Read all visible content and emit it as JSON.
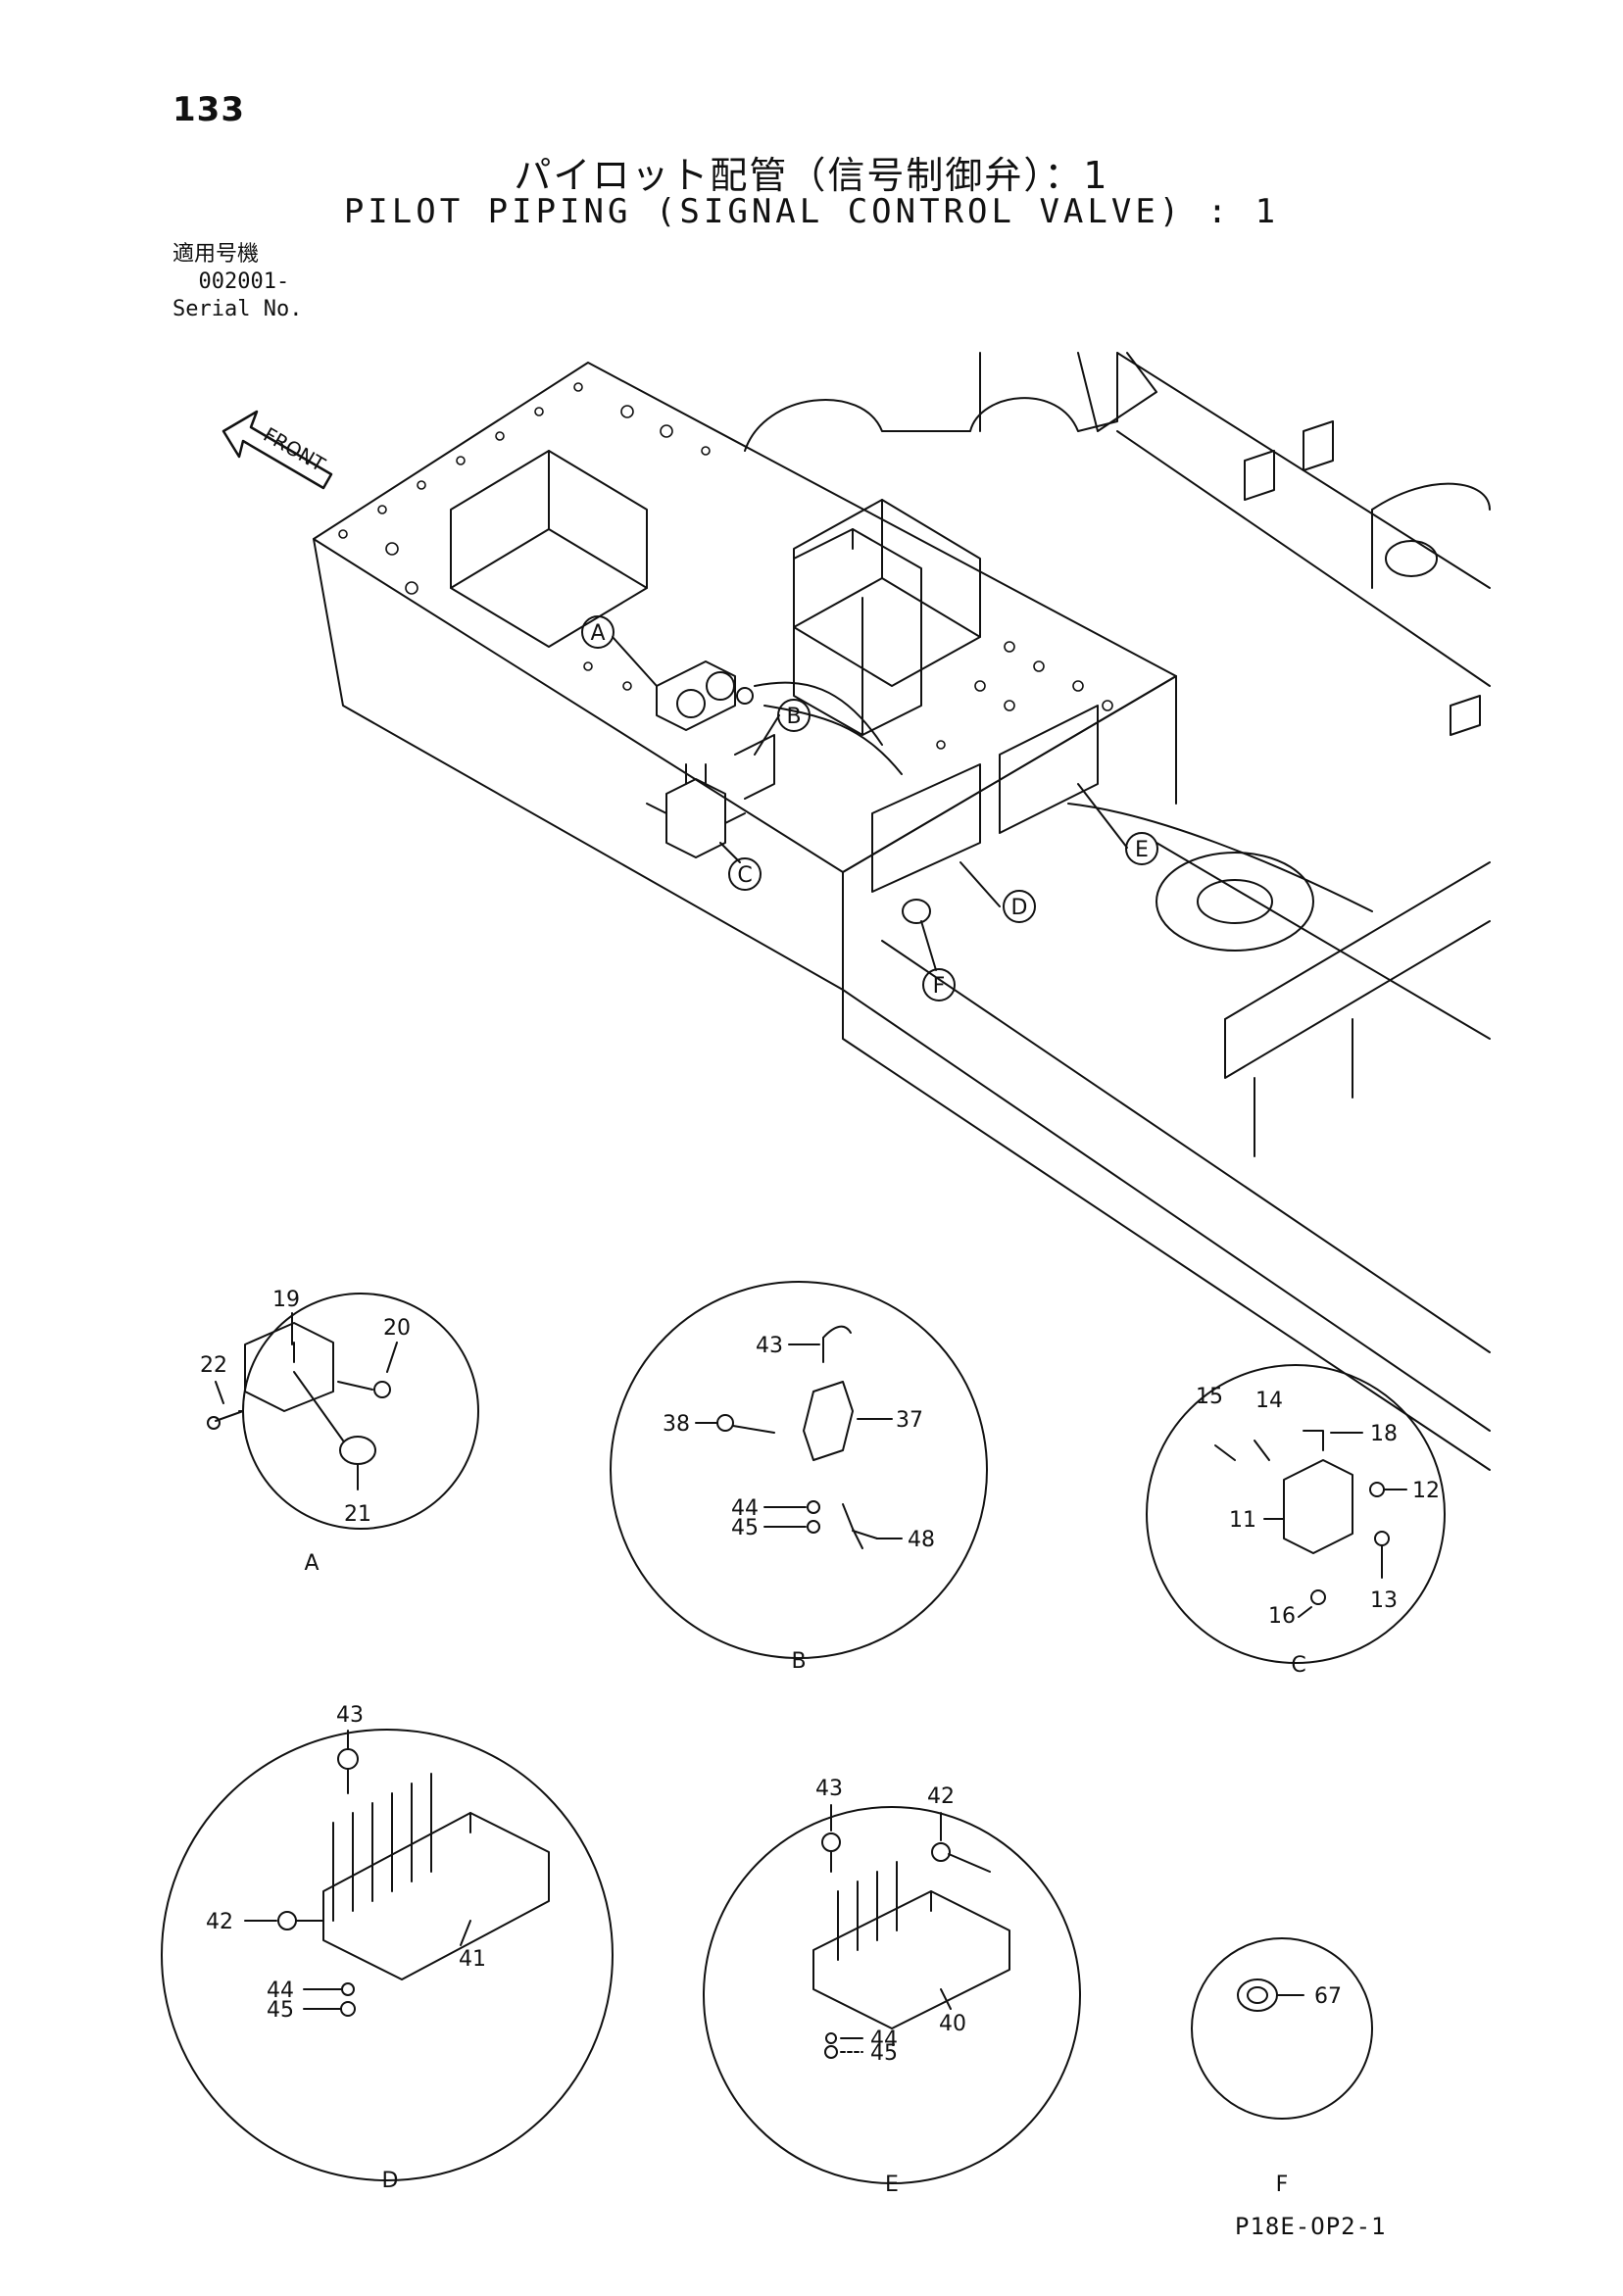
{
  "page": {
    "number": "133",
    "title_jp": "パイロット配管（信号制御弁）：1",
    "title_en": "PILOT PIPING (SIGNAL CONTROL VALVE) : 1",
    "serial_label_jp": "適用号機",
    "serial_value": "002001-",
    "serial_label_en": "Serial No.",
    "doc_ref": "P18E-OP2-1"
  },
  "overview": {
    "front_label": "FRONT",
    "callouts": [
      "A",
      "B",
      "C",
      "D",
      "E",
      "F"
    ]
  },
  "details": [
    {
      "id": "A",
      "parts": [
        "19",
        "20",
        "22",
        "21"
      ]
    },
    {
      "id": "B",
      "parts": [
        "43",
        "38",
        "37",
        "44",
        "45",
        "48"
      ]
    },
    {
      "id": "C",
      "parts": [
        "15",
        "14",
        "18",
        "12",
        "11",
        "16",
        "13"
      ]
    },
    {
      "id": "D",
      "parts": [
        "43",
        "42",
        "41",
        "44",
        "45"
      ]
    },
    {
      "id": "E",
      "parts": [
        "43",
        "42",
        "40",
        "44",
        "45"
      ]
    },
    {
      "id": "F",
      "parts": [
        "67"
      ]
    }
  ]
}
